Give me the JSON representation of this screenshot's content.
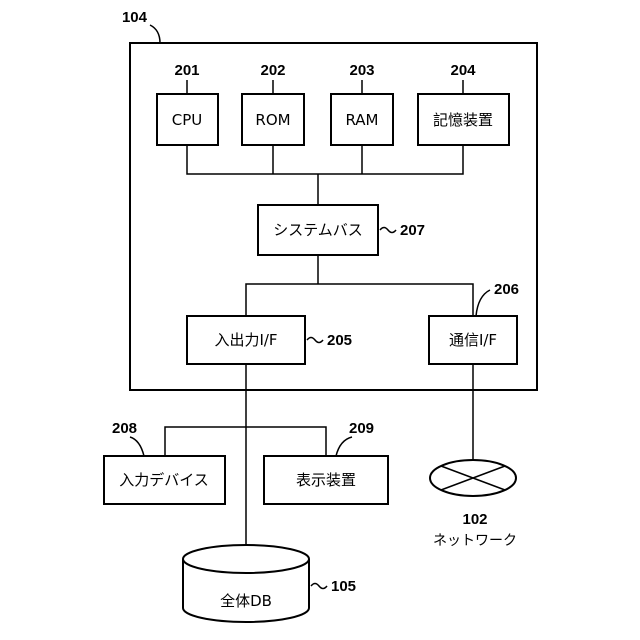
{
  "device": {
    "ref": "104",
    "cpu": {
      "ref": "201",
      "label": "CPU"
    },
    "rom": {
      "ref": "202",
      "label": "ROM"
    },
    "ram": {
      "ref": "203",
      "label": "RAM"
    },
    "storage": {
      "ref": "204",
      "label": "記憶装置"
    },
    "system_bus": {
      "ref": "207",
      "label": "システムバス"
    },
    "io_if": {
      "ref": "205",
      "label": "入出力I/F"
    },
    "comm_if": {
      "ref": "206",
      "label": "通信I/F"
    }
  },
  "input_device": {
    "ref": "208",
    "label": "入力デバイス"
  },
  "display_device": {
    "ref": "209",
    "label": "表示装置"
  },
  "network": {
    "ref": "102",
    "label": "ネットワーク"
  },
  "database": {
    "ref": "105",
    "label": "全体DB"
  }
}
